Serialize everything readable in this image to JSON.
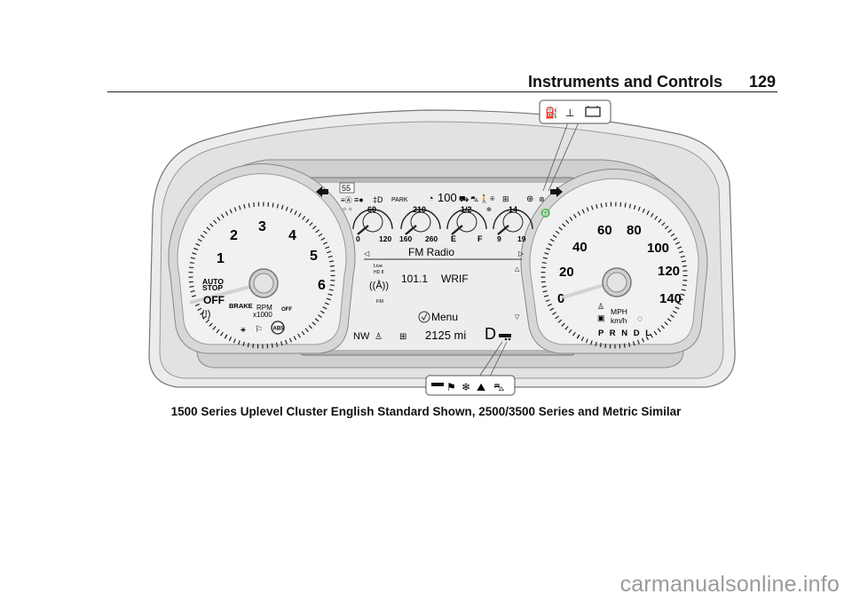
{
  "header": {
    "section_title": "Instruments and Controls",
    "page_number": "129"
  },
  "figure": {
    "caption": "1500 Series Uplevel Cluster English Standard Shown, 2500/3500 Series and Metric Similar",
    "callouts": {
      "top_right": [
        "oil-pressure-icon",
        "coolant-temperature-icon",
        "battery-icon"
      ],
      "bottom_center": [
        "trailer-icon",
        "sport-flag-icon",
        "snow-icon",
        "off-road-icon",
        "terrain-icon"
      ]
    },
    "tachometer": {
      "labels": [
        "1",
        "2",
        "3",
        "4",
        "5",
        "6"
      ],
      "auto_stop_line1": "AUTO",
      "auto_stop_line2": "STOP",
      "off_label": "OFF",
      "brake_label": "BRAKE",
      "rpm_label": "RPM",
      "rpm_unit": "x1000",
      "traction_off_label": "OFF",
      "abs_label": "ABS"
    },
    "speedometer": {
      "labels": [
        "0",
        "20",
        "40",
        "60",
        "80",
        "100",
        "120",
        "140"
      ],
      "mph_label": "MPH",
      "kmh_label": "km/h",
      "prndl": "P R N D L"
    },
    "center_display": {
      "speed_limit": "55",
      "park_label": "PARK",
      "cruise_speed": "100",
      "gauges": [
        {
          "name": "oil-pressure",
          "mid": "60",
          "min": "0",
          "max": "120"
        },
        {
          "name": "coolant-temp",
          "mid": "210",
          "min": "160",
          "max": "260"
        },
        {
          "name": "fuel",
          "mid": "1/2",
          "min": "E",
          "max": "F"
        },
        {
          "name": "voltage",
          "mid": "14",
          "min": "9",
          "max": "19"
        }
      ],
      "audio_source_title": "FM Radio",
      "live_label": "Live",
      "hd_label": "HD 8",
      "band_label": "FM",
      "frequency": "101.1",
      "station": "WRIF",
      "menu_label": "Menu",
      "compass": "NW",
      "odometer": "2125 mi",
      "gear": "D"
    }
  }
}
